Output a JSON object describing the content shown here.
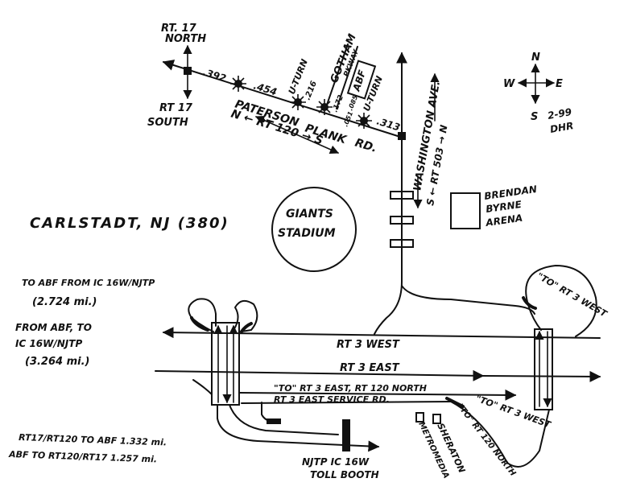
{
  "title": "CARLSTADT, NJ (380)",
  "credit": {
    "date": "2-99",
    "author": "DHR"
  },
  "compass": {
    "n": "N",
    "s": "S",
    "e": "E",
    "w": "W"
  },
  "routes": {
    "rt17_north_line1": "RT. 17",
    "rt17_north_line2": "NORTH",
    "rt17_south_line1": "RT 17",
    "rt17_south_line2": "SOUTH",
    "paterson": "PATERSON",
    "plank": "PLANK",
    "rd": "RD.",
    "rt120": "N ← RT 120 → S",
    "washington": "WASHINGTON AVE.",
    "rt503": "S ← RT 503 → N",
    "gotham": "GOTHAM",
    "pkway": "PKWAY",
    "abf": "ABF",
    "rt3_west": "RT 3 WEST",
    "rt3_east": "RT 3 EAST",
    "to_rt3east_rt120": "\"TO\" RT 3 EAST, RT 120 NORTH",
    "service_rd": "RT 3 EAST SERVICE RD.",
    "to_rt3west_top": "\"TO\" RT 3 WEST",
    "to_rt3west_bottom": "\"TO\" RT 3 WEST",
    "to_rt120north": "\"TO\" RT 120 NORTH"
  },
  "mileposts": {
    "m392": ".392",
    "m454": ".454",
    "m216": ".216",
    "m172": ".172",
    "m313": ".313",
    "m085": ".085",
    "m051": ".051",
    "uturn1": "U-TURN",
    "uturn2": "U-TURN"
  },
  "landmarks": {
    "giants1": "GIANTS",
    "giants2": "STADIUM",
    "brendan1": "BRENDAN",
    "brendan2": "BYRNE",
    "brendan3": "ARENA",
    "sheraton": "SHERATON",
    "metromedia": "METROMEDIA",
    "toll1": "NJTP IC 16W",
    "toll2": "TOLL BOOTH"
  },
  "notes": {
    "n1a": "TO ABF FROM IC 16W/NJTP",
    "n1b": "(2.724 mi.)",
    "n2a": "FROM ABF, TO",
    "n2b": "IC 16W/NJTP",
    "n2c": "(3.264 mi.)",
    "n3": "RT17/RT120 TO ABF 1.332 mi.",
    "n4": "ABF TO RT120/RT17 1.257 mi."
  }
}
